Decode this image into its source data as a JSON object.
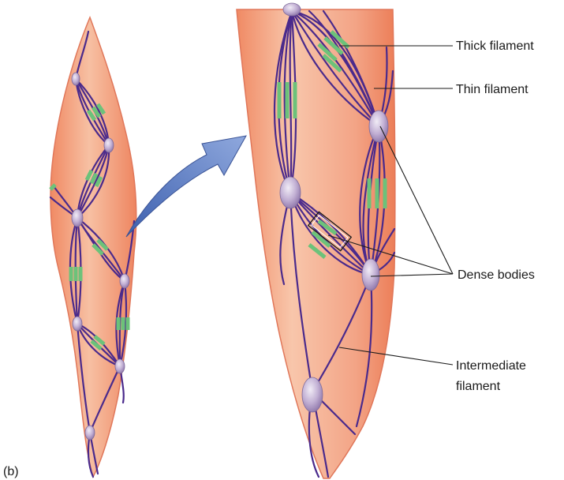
{
  "panel_label": "(b)",
  "labels": {
    "thick_filament": "Thick filament",
    "thin_filament": "Thin filament",
    "dense_bodies": "Dense bodies",
    "intermediate_filament_line1": "Intermediate",
    "intermediate_filament_line2": "filament"
  },
  "colors": {
    "cell_fill_center": "#f5b89a",
    "cell_fill_edge": "#ef8a63",
    "cell_outline": "#e0775a",
    "thin_filament": "#4a2a8c",
    "thick_filament": "#6cc27a",
    "dense_body": "#b9a3cc",
    "arrow": "#5d7fc4"
  },
  "icons": {
    "arrow": "magnify-arrow-icon",
    "dense_body": "dense-body-oval"
  }
}
